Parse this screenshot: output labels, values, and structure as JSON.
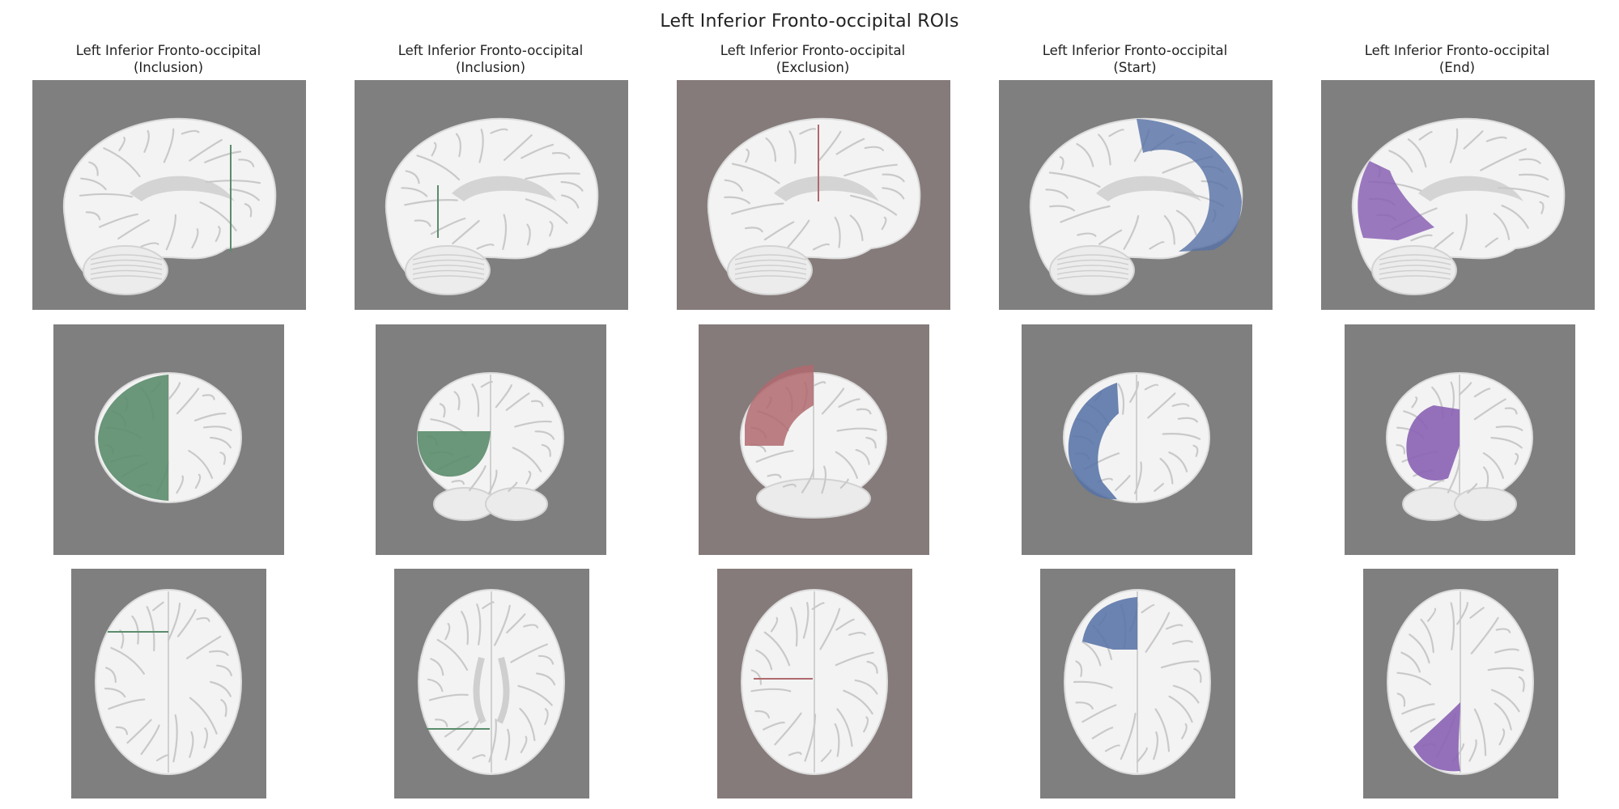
{
  "figure": {
    "title": "Left Inferior Fronto-occipital ROIs",
    "background": "#7f7f7f",
    "brain_fill": "#f3f3f3",
    "columns": [
      {
        "label": "Left Inferior Fronto-occipital",
        "role": "(Inclusion)",
        "roi_color": "#5b8c6c",
        "tint": "#7f7f7f",
        "roi_kind": "line-line-line"
      },
      {
        "label": "Left Inferior Fronto-occipital",
        "role": "(Inclusion)",
        "roi_color": "#5b8c6c",
        "tint": "#7f7f7f",
        "roi_kind": "line-region-line"
      },
      {
        "label": "Left Inferior Fronto-occipital",
        "role": "(Exclusion)",
        "roi_color": "#b06a6f",
        "tint": "#857b7a",
        "roi_kind": "line-region-line"
      },
      {
        "label": "Left Inferior Fronto-occipital",
        "role": "(Start)",
        "roi_color": "#5873a6",
        "tint": "#7f7f7f",
        "roi_kind": "region-region-region"
      },
      {
        "label": "Left Inferior Fronto-occipital",
        "role": "(End)",
        "roi_color": "#8a62b4",
        "tint": "#7f7f7f",
        "roi_kind": "region-region-region"
      }
    ],
    "rows": [
      "sagittal",
      "coronal",
      "axial"
    ]
  }
}
